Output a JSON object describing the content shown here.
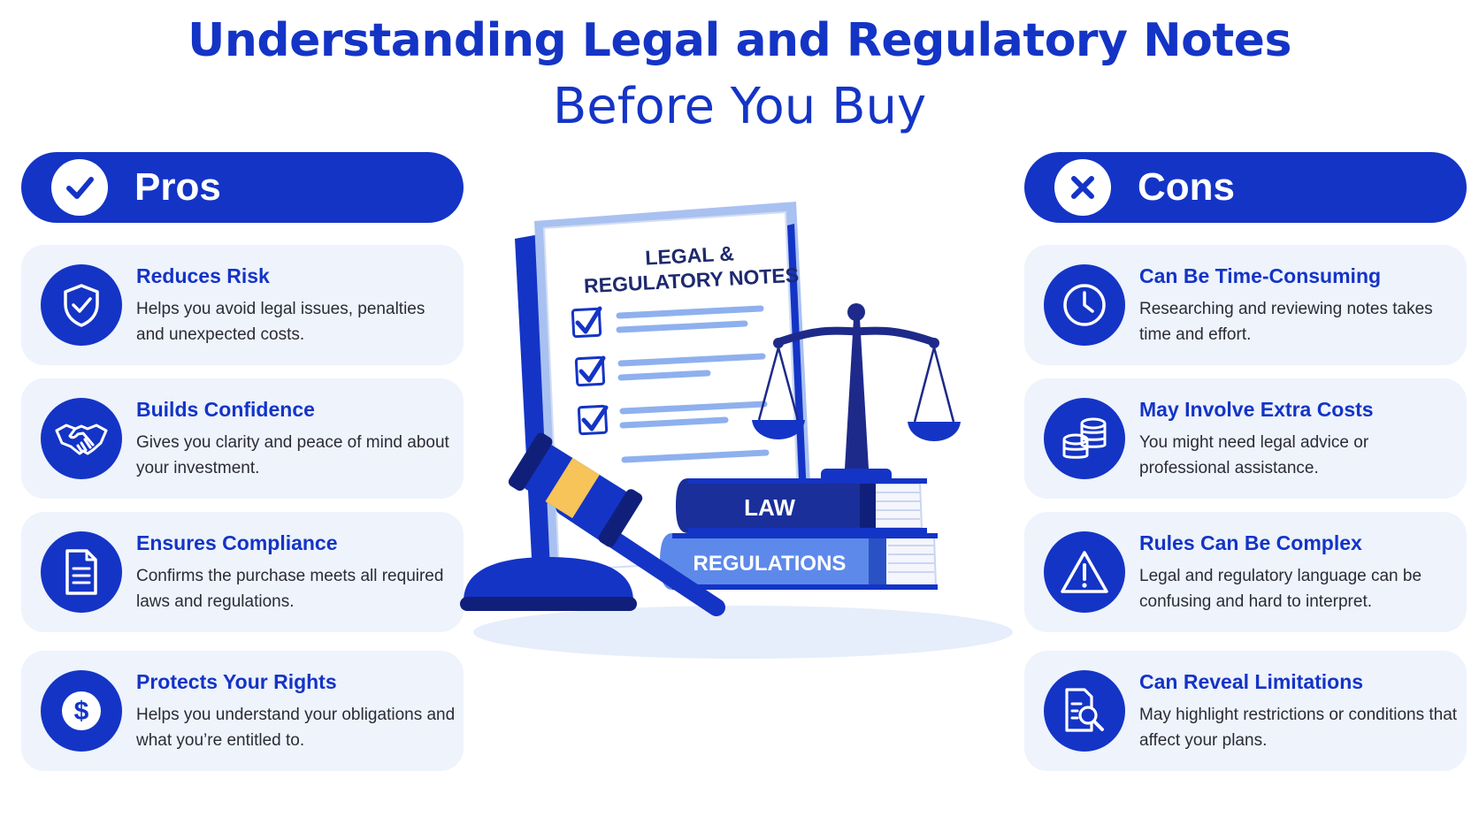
{
  "header": {
    "title": "Understanding Legal and Regulatory Notes",
    "subtitle": "Before You Buy"
  },
  "pros": {
    "label": "Pros",
    "icon": "check-icon",
    "items": [
      {
        "title": "Reduces Risk",
        "desc": "Helps you avoid legal issues, penalties and unexpected costs.",
        "icon": "shield-check-icon"
      },
      {
        "title": "Builds Confidence",
        "desc": "Gives you clarity and peace of mind about your investment.",
        "icon": "handshake-icon"
      },
      {
        "title": "Ensures Compliance",
        "desc": "Confirms the purchase meets all required laws and regulations.",
        "icon": "document-icon"
      },
      {
        "title": "Protects Your Rights",
        "desc": "Helps you understand your obligations and what you’re entitled to.",
        "icon": "dollar-coin-icon"
      }
    ]
  },
  "cons": {
    "label": "Cons",
    "icon": "x-icon",
    "items": [
      {
        "title": "Can Be Time-Consuming",
        "desc": "Researching and reviewing notes takes time and effort.",
        "icon": "clock-icon"
      },
      {
        "title": "May Involve Extra Costs",
        "desc": "You might need legal advice or professional assistance.",
        "icon": "coin-stack-icon"
      },
      {
        "title": "Rules Can Be Complex",
        "desc": "Legal and regulatory language can be confusing and hard to interpret.",
        "icon": "warning-triangle-icon"
      },
      {
        "title": "Can Reveal Limitations",
        "desc": "May highlight restrictions or conditions that affect your plans.",
        "icon": "document-search-icon"
      }
    ]
  },
  "illustration": {
    "document_title_line1": "LEGAL &",
    "document_title_line2": "REGULATORY NOTES",
    "book_top": "LAW",
    "book_bottom": "REGULATIONS"
  },
  "colors": {
    "primary": "#1434c6",
    "card_bg": "#eef3fc",
    "gavel_band": "#f6c458"
  }
}
